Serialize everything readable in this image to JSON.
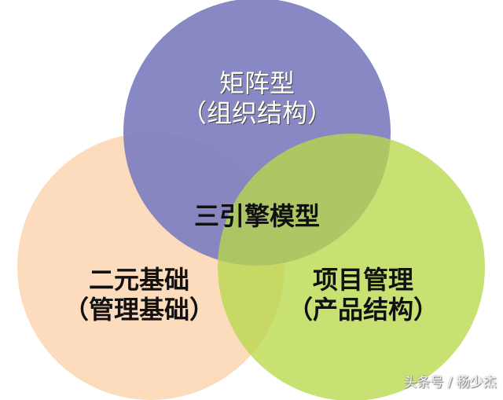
{
  "diagram": {
    "type": "venn-3",
    "title": "三引擎模型",
    "circles": [
      {
        "id": "top",
        "line1": "矩阵型",
        "line2": "（组织结构）",
        "color": "#8080c0",
        "text_color": "#ffffff"
      },
      {
        "id": "left",
        "line1": "二元基础",
        "line2": "（管理基础）",
        "color": "#fcd9b8",
        "text_color": "#111111"
      },
      {
        "id": "right",
        "line1": "项目管理",
        "line2": "（产品结构）",
        "color": "#bedd5c",
        "text_color": "#111111"
      }
    ],
    "center_label": "三引擎模型"
  },
  "watermark": "头条号 / 杨少杰"
}
